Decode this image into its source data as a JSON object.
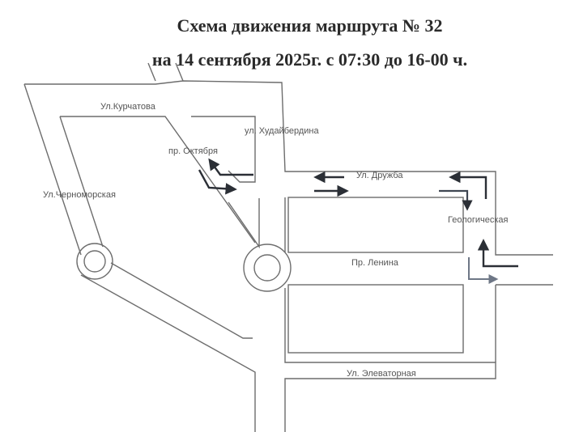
{
  "header": {
    "title_line1": "Схема движения маршрута № 32",
    "title_line2": "на 14 сентября 2025г. с 07:30 до 16-00 ч."
  },
  "map": {
    "labels": {
      "kurchatova": "Ул.Курчатова",
      "khudaiberdina": "ул. Худайбердина",
      "oktyabrya": "пр. Октября",
      "chernomorskaya": "Ул.Черноморская",
      "druzhba": "Ул. Дружба",
      "geologicheskaya": "Геологическая",
      "lenina": "Пр. Ленина",
      "elevatornaya": "Ул. Элеваторная"
    },
    "colors": {
      "road": "#6d6d6d",
      "route": "#2b2f36",
      "label": "#555555"
    }
  }
}
